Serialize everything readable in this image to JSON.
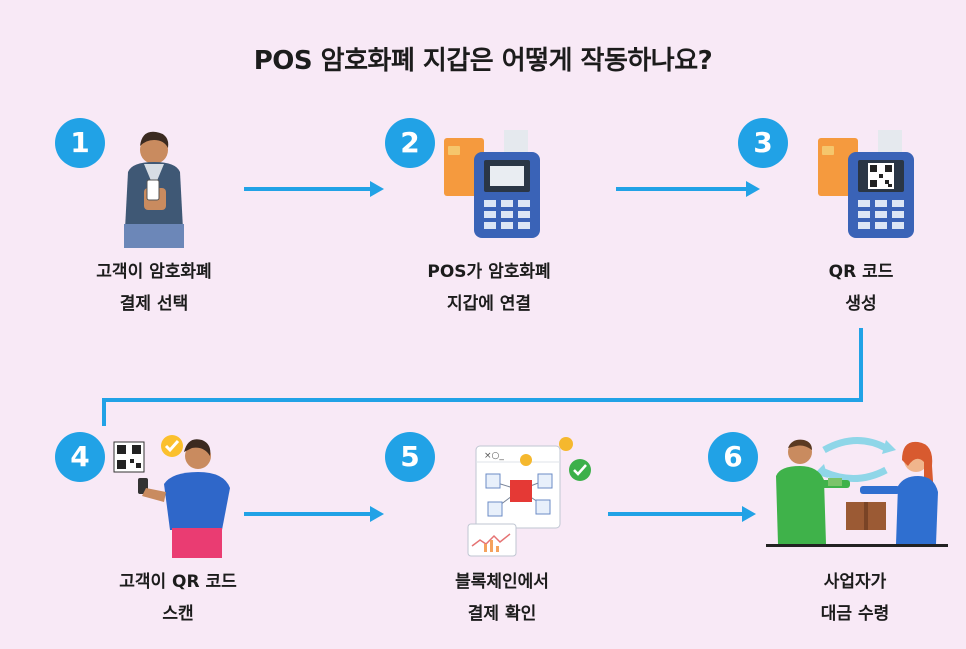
{
  "title": "POS 암호화폐 지갑은 어떻게 작동하나요?",
  "steps": [
    {
      "number": "1",
      "label": "고객이 암호화폐\n결제 선택"
    },
    {
      "number": "2",
      "label": "POS가 암호화폐\n지갑에 연결"
    },
    {
      "number": "3",
      "label": "QR 코드\n생성"
    },
    {
      "number": "4",
      "label": "고객이 QR 코드\n스캔"
    },
    {
      "number": "5",
      "label": "블록체인에서\n결제 확인"
    },
    {
      "number": "6",
      "label": "사업자가\n대금 수령"
    }
  ],
  "colors": {
    "accent": "#21a2e6",
    "background": "#f8e9f6"
  }
}
